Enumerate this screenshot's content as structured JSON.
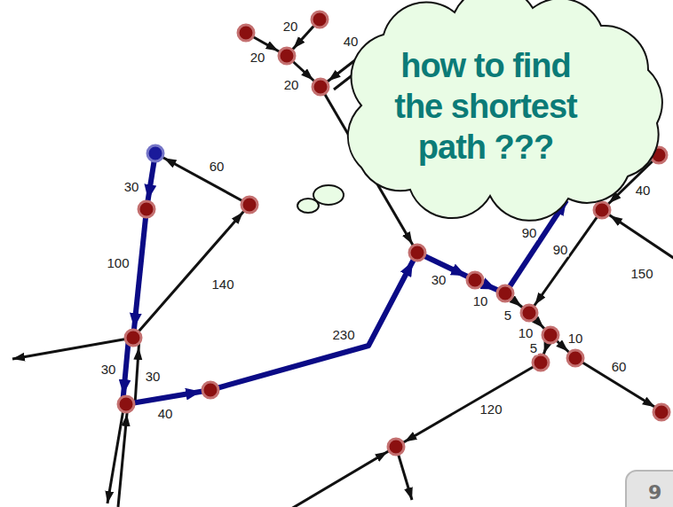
{
  "diagram": {
    "nodes": [
      {
        "text": [
          "how to find the shortest path ???"
        ]
      },
      {
        "text": [
          "9"
        ]
      }
    ],
    "labels": [
      "20",
      "40",
      "20",
      "20",
      "60",
      "30",
      "40",
      "90",
      "90",
      "100",
      "140",
      "150",
      "30",
      "10",
      "5",
      "230",
      "10",
      "10",
      "5",
      "30",
      "30",
      "60",
      "40",
      "120"
    ]
  }
}
